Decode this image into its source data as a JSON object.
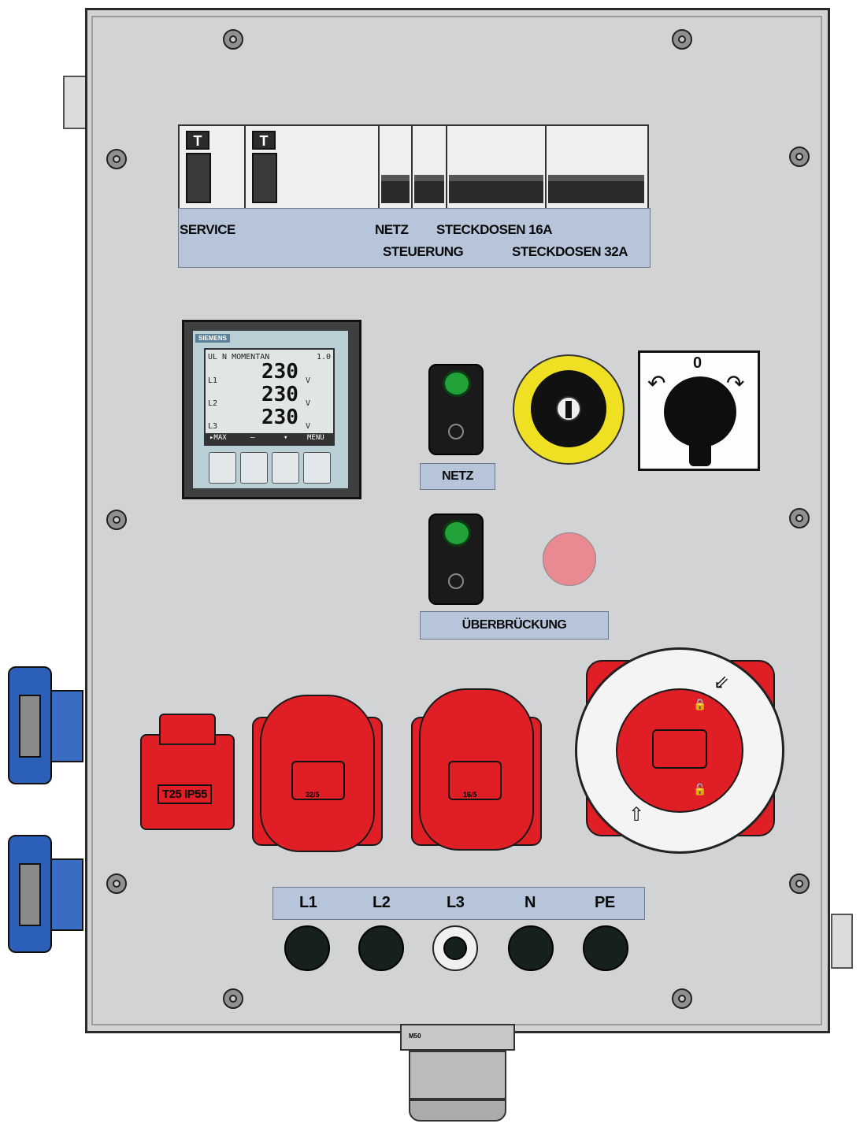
{
  "breaker_labels": {
    "service": "SERVICE",
    "netz": "NETZ",
    "steuerung": "STEUERUNG",
    "steckdosen_16a": "STECKDOSEN 16A",
    "steckdosen_32a": "STECKDOSEN 32A"
  },
  "breaker_toggle": "T",
  "meter": {
    "brand": "SIEMENS",
    "header_left": "UL N MOMENTAN",
    "header_right": "1.0",
    "lines": [
      {
        "phase": "L1",
        "value": "230",
        "unit": "V"
      },
      {
        "phase": "L2",
        "value": "230",
        "unit": "V"
      },
      {
        "phase": "L3",
        "value": "230",
        "unit": "V"
      }
    ],
    "softkeys": [
      "▸MAX",
      "–",
      "▾",
      "MENU"
    ]
  },
  "indicator_labels": {
    "netz": "NETZ",
    "ueberbrueckung": "ÜBERBRÜCKUNG"
  },
  "switch_label": "0",
  "socket_labels": {
    "schuko": "T25 IP55",
    "cee_32": "32/5",
    "cee_16": "16/5"
  },
  "terminal_labels": [
    "L1",
    "L2",
    "L3",
    "N",
    "PE"
  ],
  "gland_label": "M50",
  "colors": {
    "panel": "#d2d3d5",
    "label_blue": "#b6c5da",
    "socket_red": "#e01e26",
    "estop_yellow": "#f0e024",
    "cee_blue": "#2b5fb8",
    "lamp_green": "#22a33a",
    "lamp_pink": "#e98a93"
  }
}
